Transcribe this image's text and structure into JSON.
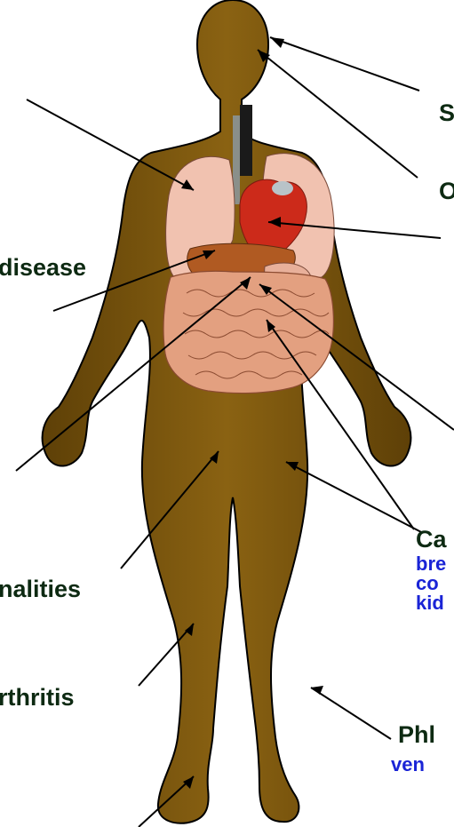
{
  "colors": {
    "body_fill": "#6b4a0a",
    "body_fill_light": "#8a6212",
    "body_outline": "#000000",
    "label_dark": "#0d2a12",
    "label_blue": "#1a24d6",
    "lung": "#f1c2b0",
    "heart": "#cc2a1a",
    "liver": "#b05a22",
    "intestine": "#e3a080"
  },
  "labels": {
    "stroke": "S",
    "other_head": "O",
    "disease": "disease",
    "abnormalities": "nalities",
    "arthritis": "rthritis",
    "cancer": "Ca",
    "cancer_sub1": "bre",
    "cancer_sub2": "co",
    "cancer_sub3": "kid",
    "phlebitis": "Phl",
    "phlebitis_sub": "ven"
  }
}
